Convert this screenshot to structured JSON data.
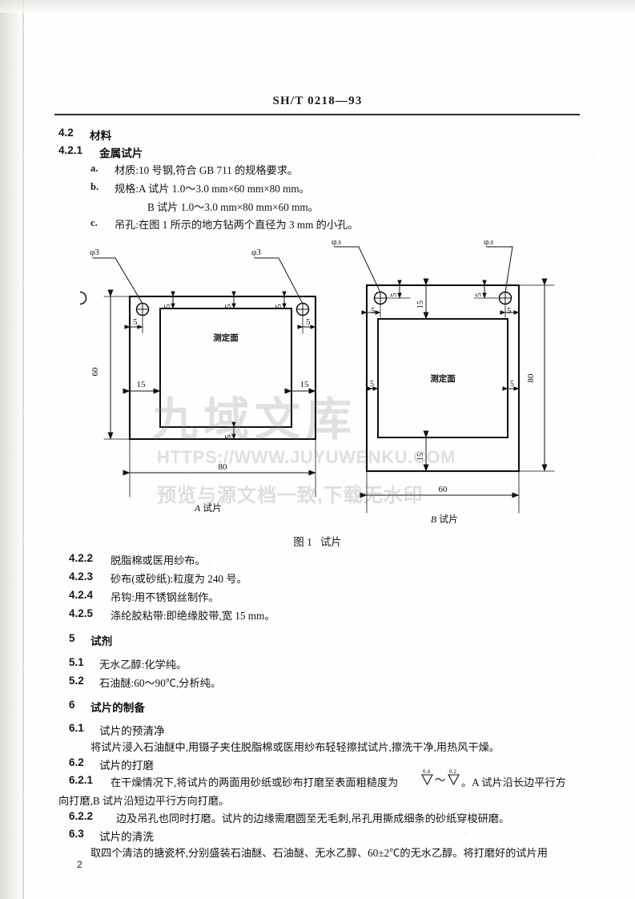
{
  "document": {
    "header_standard": "SH/T  0218—93",
    "page_number": "2"
  },
  "watermark": {
    "brand": "九域文库",
    "url": "HTTPS://WWW.JUYUWENKU.COM",
    "notice": "预览与源文档一致,下载无水印"
  },
  "sections": {
    "s42_num": "4.2",
    "s42_title": "材料",
    "s421_num": "4.2.1",
    "s421_title": "金属试片",
    "item_a_letter": "a.",
    "item_a_text": "材质:10 号钢,符合 GB 711 的规格要求。",
    "item_b_letter": "b.",
    "item_b_text": "规格:A 试片 1.0～3.0 mm×60 mm×80 mm。",
    "item_b_text2": "B 试片 1.0～3.0 mm×80 mm×60 mm。",
    "item_c_letter": "c.",
    "item_c_text": "吊孔:在图 1 所示的地方钻两个直径为 3 mm 的小孔。",
    "s422_num": "4.2.2",
    "s422_text": "脱脂棉或医用纱布。",
    "s423_num": "4.2.3",
    "s423_text": "砂布(或砂纸):粒度为 240 号。",
    "s424_num": "4.2.4",
    "s424_text": "吊钩:用不锈钢丝制作。",
    "s425_num": "4.2.5",
    "s425_text": "涤纶胶粘带:即绝缘胶带,宽 15 mm。",
    "s5_num": "5",
    "s5_title": "试剂",
    "s51_num": "5.1",
    "s51_text": "无水乙醇:化学纯。",
    "s52_num": "5.2",
    "s52_text": "石油醚:60～90℃,分析纯。",
    "s6_num": "6",
    "s6_title": "试片的制备",
    "s61_num": "6.1",
    "s61_title": "试片的预清净",
    "s61_body": "将试片浸入石油醚中,用镊子夹住脱脂棉或医用纱布轻轻擦拭试片,擦洗干净,用热风干燥。",
    "s62_num": "6.2",
    "s62_title": "试片的打磨",
    "s621_num": "6.2.1",
    "s621_body_pre": "在干燥情况下,将试片的两面用砂纸或砂布打磨至表面粗糙度为",
    "s621_rough_1": "0.4",
    "s621_rough_sep": "～",
    "s621_rough_2": "0.2",
    "s621_body_post": "。A 试片沿长边平行方",
    "s621_body_line2": "向打磨,B 试片沿短边平行方向打磨。",
    "s622_num": "6.2.2",
    "s622_body": "边及吊孔也同时打磨。试片的边缘需磨圆至无毛刺,吊孔用撕成细条的砂纸穿梭研磨。",
    "s63_num": "6.3",
    "s63_title": "试片的清洗",
    "s63_body": "取四个清洁的搪瓷杯,分别盛装石油醚、石油醚、无水乙醇、60±2℃的无水乙醇。将打磨好的试片用"
  },
  "figure": {
    "caption": "图 1   试片",
    "plate_a": {
      "name": "A 试片",
      "face_label": "测定面",
      "width_dim": "80",
      "height_dim": "60",
      "hole_dia": "φ3",
      "margin_left": "15",
      "margin_right": "15",
      "margin_top": "5",
      "margin_bottom": "5",
      "hole_offset_x": "5",
      "hole_offset_y": "5",
      "hole_edge_1": "5",
      "hole_edge_2": "5"
    },
    "plate_b": {
      "name": "B 试片",
      "face_label": "测定面",
      "width_dim": "60",
      "height_dim": "80",
      "hole_dia": "φ3",
      "margin_left": "5",
      "margin_right": "5",
      "margin_top": "15",
      "margin_bottom": "15",
      "hole_offset_x": "5",
      "hole_offset_y": "5",
      "hole_edge_1": "5",
      "hole_edge_2": "5"
    }
  }
}
